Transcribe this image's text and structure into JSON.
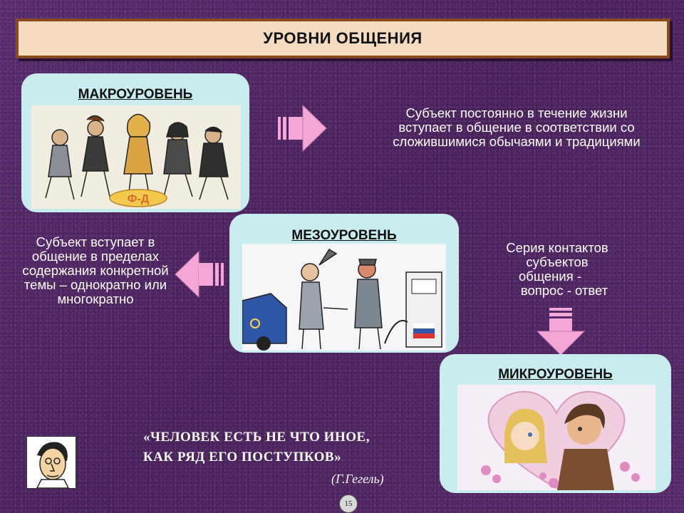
{
  "title": "УРОВНИ ОБЩЕНИЯ",
  "levels": {
    "macro": {
      "label": "МАКРОУРОВЕНЬ",
      "description": "Субъект постоянно в течение жизни вступает в общение в соответствии со сложившимися обычаями и традициями",
      "picture_logo": "Ф-Д"
    },
    "meso": {
      "label": "МЕЗОУРОВЕНЬ",
      "description": "Субъект вступает в общение в пределах содержания конкретной темы – однократно или многократно"
    },
    "micro": {
      "label": "МИКРОУРОВЕНЬ",
      "description_lines": [
        "Серия контактов",
        "субъектов",
        "общения -",
        "вопрос - ответ"
      ]
    }
  },
  "quote": {
    "line1": "«ЧЕЛОВЕК ЕСТЬ НЕ ЧТО ИНОЕ,",
    "line2": "КАК РЯД ЕГО ПОСТУПКОВ»",
    "author": "(Г.Гегель)"
  },
  "page_number": "15",
  "colors": {
    "background": "#5a2c6e",
    "title_bar": "#f5dcc0",
    "title_border": "#8a4a1f",
    "card": "#c9ecef",
    "arrow": "#f4a6d6",
    "text": "#ffffff"
  },
  "icons": {
    "arrow_right": "pink-arrow-right-icon",
    "arrow_left": "pink-arrow-left-icon",
    "arrow_down": "pink-arrow-down-icon"
  }
}
